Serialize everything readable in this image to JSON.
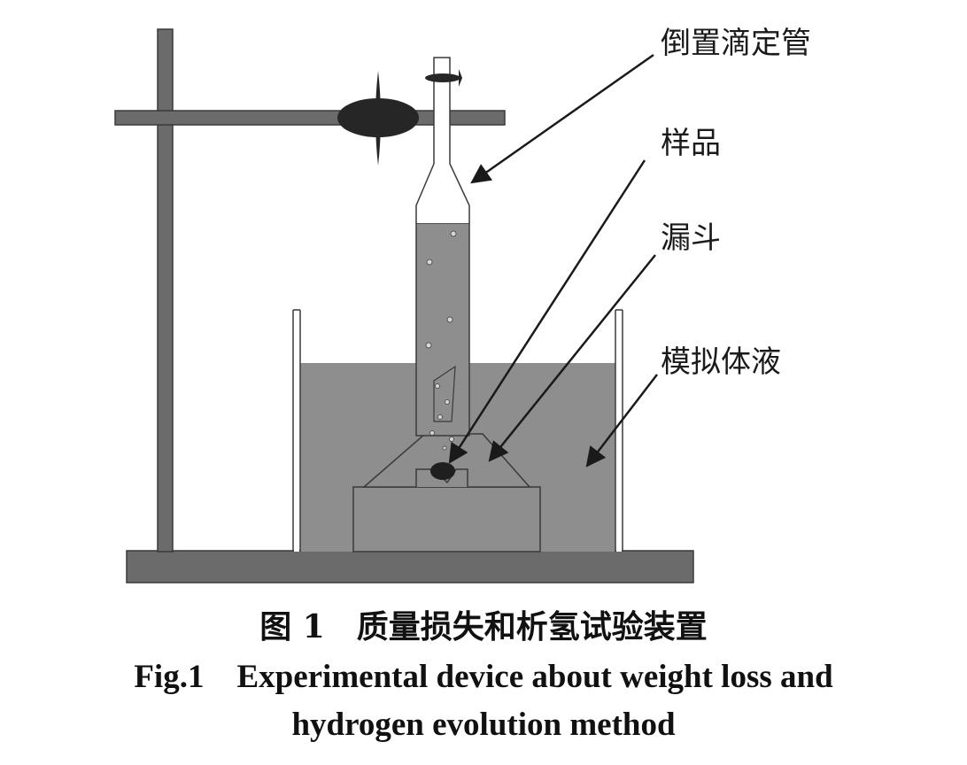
{
  "labels": {
    "burette": "倒置滴定管",
    "sample": "样品",
    "funnel": "漏斗",
    "simulated_body_fluid": "模拟体液"
  },
  "caption": {
    "chinese": "图 1　质量损失和析氢试验装置",
    "english_line1": "Fig.1　Experimental device about weight loss and",
    "english_line2": "hydrogen evolution method"
  },
  "colors": {
    "stand": "#6b6b6b",
    "liquid": "#8e8e8e",
    "base": "#6b6b6b",
    "clamp": "#262626",
    "outline": "#3a3a3a",
    "arrow": "#1a1a1a"
  }
}
